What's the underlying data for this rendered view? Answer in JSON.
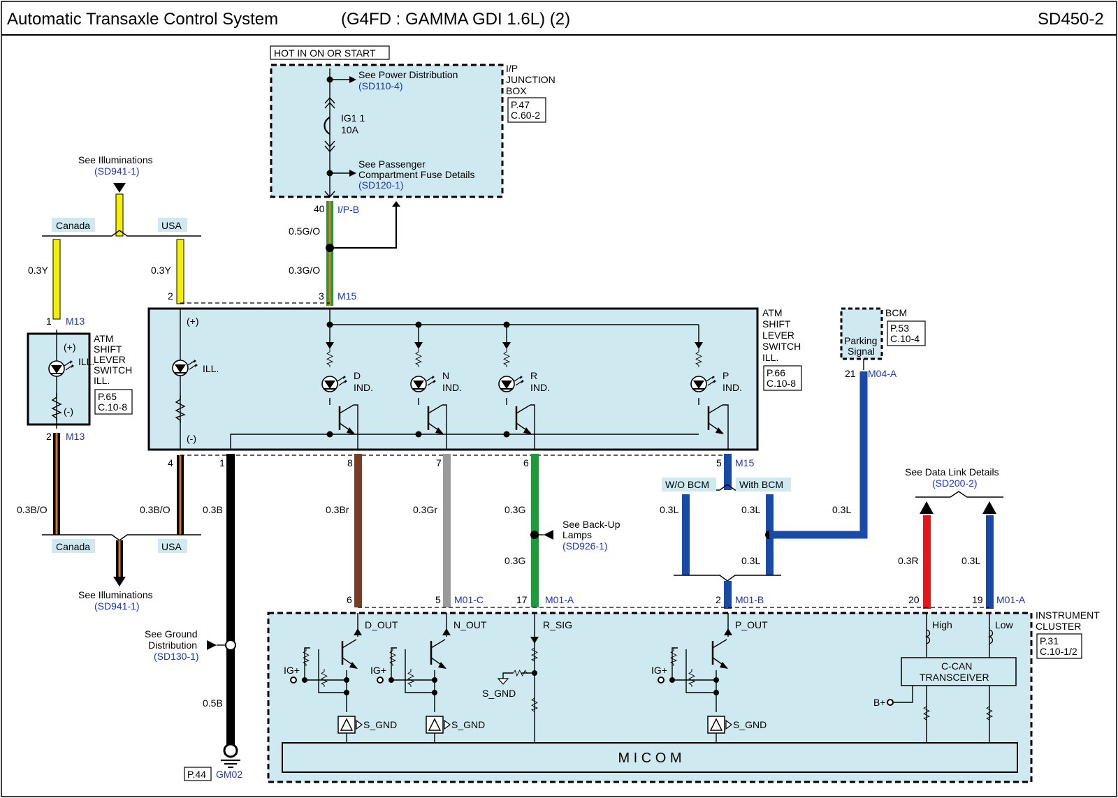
{
  "header": {
    "title": "Automatic Transaxle Control System",
    "subtitle": "(G4FD : GAMMA GDI 1.6L) (2)",
    "page_code": "SD450-2"
  },
  "colors": {
    "component_fill": "#cfe9f0",
    "link_text": "#1a35c8",
    "wire_yellow": "#f5f000",
    "wire_green": "#1e9a3c",
    "wire_green_orange": "#e07b1a",
    "wire_black": "#000000",
    "wire_brown": "#7a3d24",
    "wire_gray": "#9a9a9a",
    "wire_blue": "#1a4aa8",
    "wire_red": "#e8141a",
    "wire_black_orange": "#d9781e"
  },
  "power": {
    "hot_label": "HOT IN ON OR START",
    "see_power": "See Power Distribution",
    "see_power_ref": "(SD110-4)",
    "fuse_name": "IG1 1",
    "fuse_rating": "10A",
    "see_passenger_1": "See Passenger",
    "see_passenger_2": "Compartment Fuse Details",
    "see_passenger_ref": "(SD120-1)",
    "jb_name_1": "I/P",
    "jb_name_2": "JUNCTION",
    "jb_name_3": "BOX",
    "jb_ref_1": "P.47",
    "jb_ref_2": "C.60-2"
  },
  "wires": {
    "pin40": "40",
    "conn_ipb": "I/P-B",
    "w_05GO": "0.5G/O",
    "w_03GO": "0.3G/O",
    "pin3": "3",
    "conn_m15_top": "M15",
    "w_03Y_left": "0.3Y",
    "w_03Y_right": "0.3Y",
    "pin2_top": "2",
    "pin4": "4",
    "pin1": "1",
    "pin8": "8",
    "pin7": "7",
    "pin6": "6",
    "pin5": "5",
    "conn_m15_bot": "M15",
    "w_03BO_left": "0.3B/O",
    "w_03BO_right": "0.3B/O",
    "w_03B": "0.3B",
    "w_03Br": "0.3Br",
    "w_03Gr": "0.3Gr",
    "w_03G_top": "0.3G",
    "w_03G_bot": "0.3G",
    "w_03L_wo": "0.3L",
    "w_03L_with": "0.3L",
    "w_03L_with_bot": "0.3L",
    "w_03L_bcm": "0.3L",
    "w_03R": "0.3R",
    "w_03L_can": "0.3L",
    "w_05B": "0.5B",
    "pin21": "21",
    "conn_m04a": "M04-A"
  },
  "illum": {
    "see_top": "See Illuminations",
    "see_top_ref": "(SD941-1)",
    "canada_top": "Canada",
    "usa_top": "USA",
    "canada_bot": "Canada",
    "usa_bot": "USA",
    "see_bot": "See Illuminations",
    "see_bot_ref": "(SD941-1)"
  },
  "m13": {
    "pin1": "1",
    "conn_top": "M13",
    "pin2": "2",
    "conn_bot": "M13",
    "plus": "(+)",
    "minus": "(-)",
    "ill": "ILL.",
    "name_1": "ATM",
    "name_2": "SHIFT",
    "name_3": "LEVER",
    "name_4": "SWITCH",
    "name_5": "ILL.",
    "ref_1": "P.65",
    "ref_2": "C.10-8"
  },
  "m15": {
    "plus": "(+)",
    "minus": "(-)",
    "ill": "ILL.",
    "d": "D",
    "n": "N",
    "r": "R",
    "p": "P",
    "ind": "IND.",
    "name_1": "ATM",
    "name_2": "SHIFT",
    "name_3": "LEVER",
    "name_4": "SWITCH",
    "name_5": "ILL.",
    "ref_1": "P.66",
    "ref_2": "C.10-8"
  },
  "bcm": {
    "name": "BCM",
    "ref_1": "P.53",
    "ref_2": "C.10-4",
    "signal_1": "Parking",
    "signal_2": "Signal"
  },
  "branches": {
    "wo_bcm": "W/O BCM",
    "with_bcm": "With BCM",
    "see_backup_1": "See Back-Up",
    "see_backup_2": "Lamps",
    "see_backup_ref": "(SD926-1)",
    "see_data_link": "See Data Link Details",
    "see_data_link_ref": "(SD200-2)",
    "see_ground_1": "See Ground",
    "see_ground_2": "Distribution",
    "see_ground_ref": "(SD130-1)"
  },
  "cluster": {
    "pin6": "6",
    "pin5": "5",
    "conn_m01c": "M01-C",
    "pin17": "17",
    "conn_m01a_1": "M01-A",
    "pin2": "2",
    "conn_m01b": "M01-B",
    "pin20": "20",
    "pin19": "19",
    "conn_m01a_2": "M01-A",
    "d_out": "D_OUT",
    "n_out": "N_OUT",
    "r_sig": "R_SIG",
    "p_out": "P_OUT",
    "high": "High",
    "low": "Low",
    "ig_plus": "IG+",
    "s_gnd": "S_GND",
    "can_1": "C-CAN",
    "can_2": "TRANSCEIVER",
    "b_plus": "B+",
    "micom": "M I C O M",
    "name_1": "INSTRUMENT",
    "name_2": "CLUSTER",
    "ref_1": "P.31",
    "ref_2": "C.10-1/2"
  },
  "ground": {
    "page_ref": "P.44",
    "gm02": "GM02"
  }
}
